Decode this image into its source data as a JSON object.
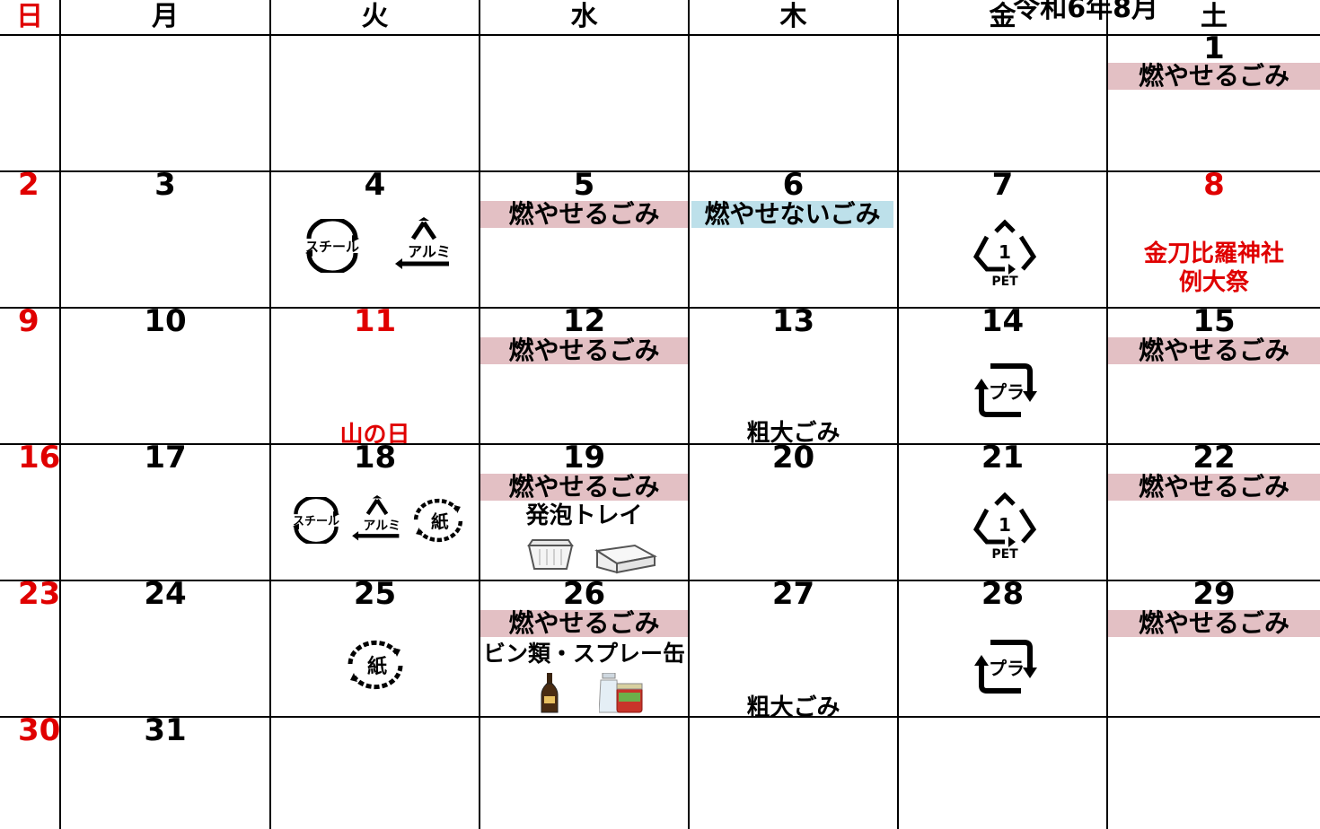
{
  "title": "令和6年8月",
  "weekdays": [
    "日",
    "月",
    "火",
    "水",
    "木",
    "金",
    "土"
  ],
  "days": {
    "d1": "1",
    "d2": "2",
    "d3": "3",
    "d4": "4",
    "d5": "5",
    "d6": "6",
    "d7": "7",
    "d8": "8",
    "d9": "9",
    "d10": "10",
    "d11": "11",
    "d12": "12",
    "d13": "13",
    "d14": "14",
    "d15": "15",
    "d16": "16",
    "d17": "17",
    "d18": "18",
    "d19": "19",
    "d20": "20",
    "d21": "21",
    "d22": "22",
    "d23": "23",
    "d24": "24",
    "d25": "25",
    "d26": "26",
    "d27": "27",
    "d28": "28",
    "d29": "29",
    "d30": "30",
    "d31": "31"
  },
  "labels": {
    "burnable": "燃やせるごみ",
    "non_burnable": "燃やせないごみ",
    "oversized": "粗大ごみ",
    "foam_tray": "発泡トレイ",
    "bottles_spray": "ビン類・スプレー缶",
    "mountain_day": "山の日",
    "festival_line1": "金刀比羅神社",
    "festival_line2": "例大祭"
  },
  "icon_text": {
    "steel": "スチール",
    "alumi": "アルミ",
    "paper": "紙",
    "pet": "PET",
    "pet_num": "1",
    "pla": "プラ"
  },
  "colors": {
    "holiday_red": "#e00000",
    "burnable_band": "#e3c0c4",
    "nonburnable_band": "#bde0ea"
  }
}
